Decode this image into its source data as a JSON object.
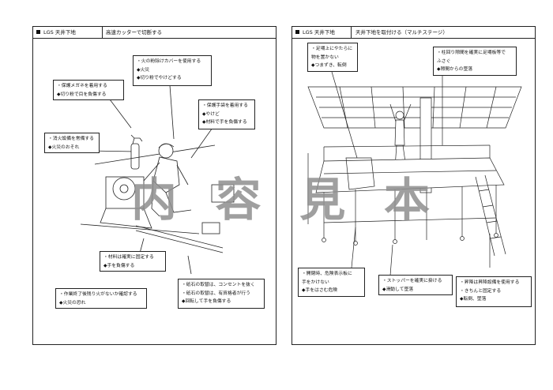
{
  "left": {
    "header_tag": "LGS 天井下地",
    "header_title": "高速カッターで切断する",
    "notes": {
      "cover": [
        "・火の粉除けカバーを使用する",
        "◆火災",
        "◆切り粉でやけどする"
      ],
      "glasses": [
        "・保護メガネを着用する",
        "◆切り粉で目を負傷する"
      ],
      "gloves": [
        "・保護手袋を着用する",
        "◆やけど",
        "◆材料で手を負傷する"
      ],
      "extinguisher": [
        "・消火設備を常備する",
        "◆火災のおそれ"
      ],
      "material": [
        "・材料は確実に固定する",
        "◆手を負傷する"
      ],
      "fire": [
        "・作業終了後残り火がないか確認する",
        "◆火災の恐れ"
      ],
      "disc": [
        "・砥石の取替は、コンセントを抜く",
        "・砥石の取替は、有資格者が行う",
        "◆回転して手を負傷する"
      ]
    }
  },
  "right": {
    "header_tag": "LGS 天井下地",
    "header_title": "天井下地を取付ける（マルチステージ）",
    "notes": {
      "footing": [
        "・足場上にやたらに",
        "物を置かない",
        "◆つまずき、転倒"
      ],
      "opening": [
        "・柱回り隙間を確実に足場板等で",
        "ふさぐ",
        "◆隙間からの墜落"
      ],
      "signs": [
        "・開閉時、危険表示板に",
        "手をかけない",
        "◆手をはさむ危険"
      ],
      "stopper": [
        "・ストッパーを確実に掛ける",
        "◆滑動して墜落"
      ],
      "ladder": [
        "・昇降は昇降設備を使用する",
        "・きちんと固定する",
        "◆転倒、墜落"
      ]
    }
  },
  "watermark": [
    "内",
    "容",
    "見",
    "本"
  ],
  "colors": {
    "line": "#222222",
    "watermark": "#8f8f8f",
    "paper": "#ffffff"
  }
}
